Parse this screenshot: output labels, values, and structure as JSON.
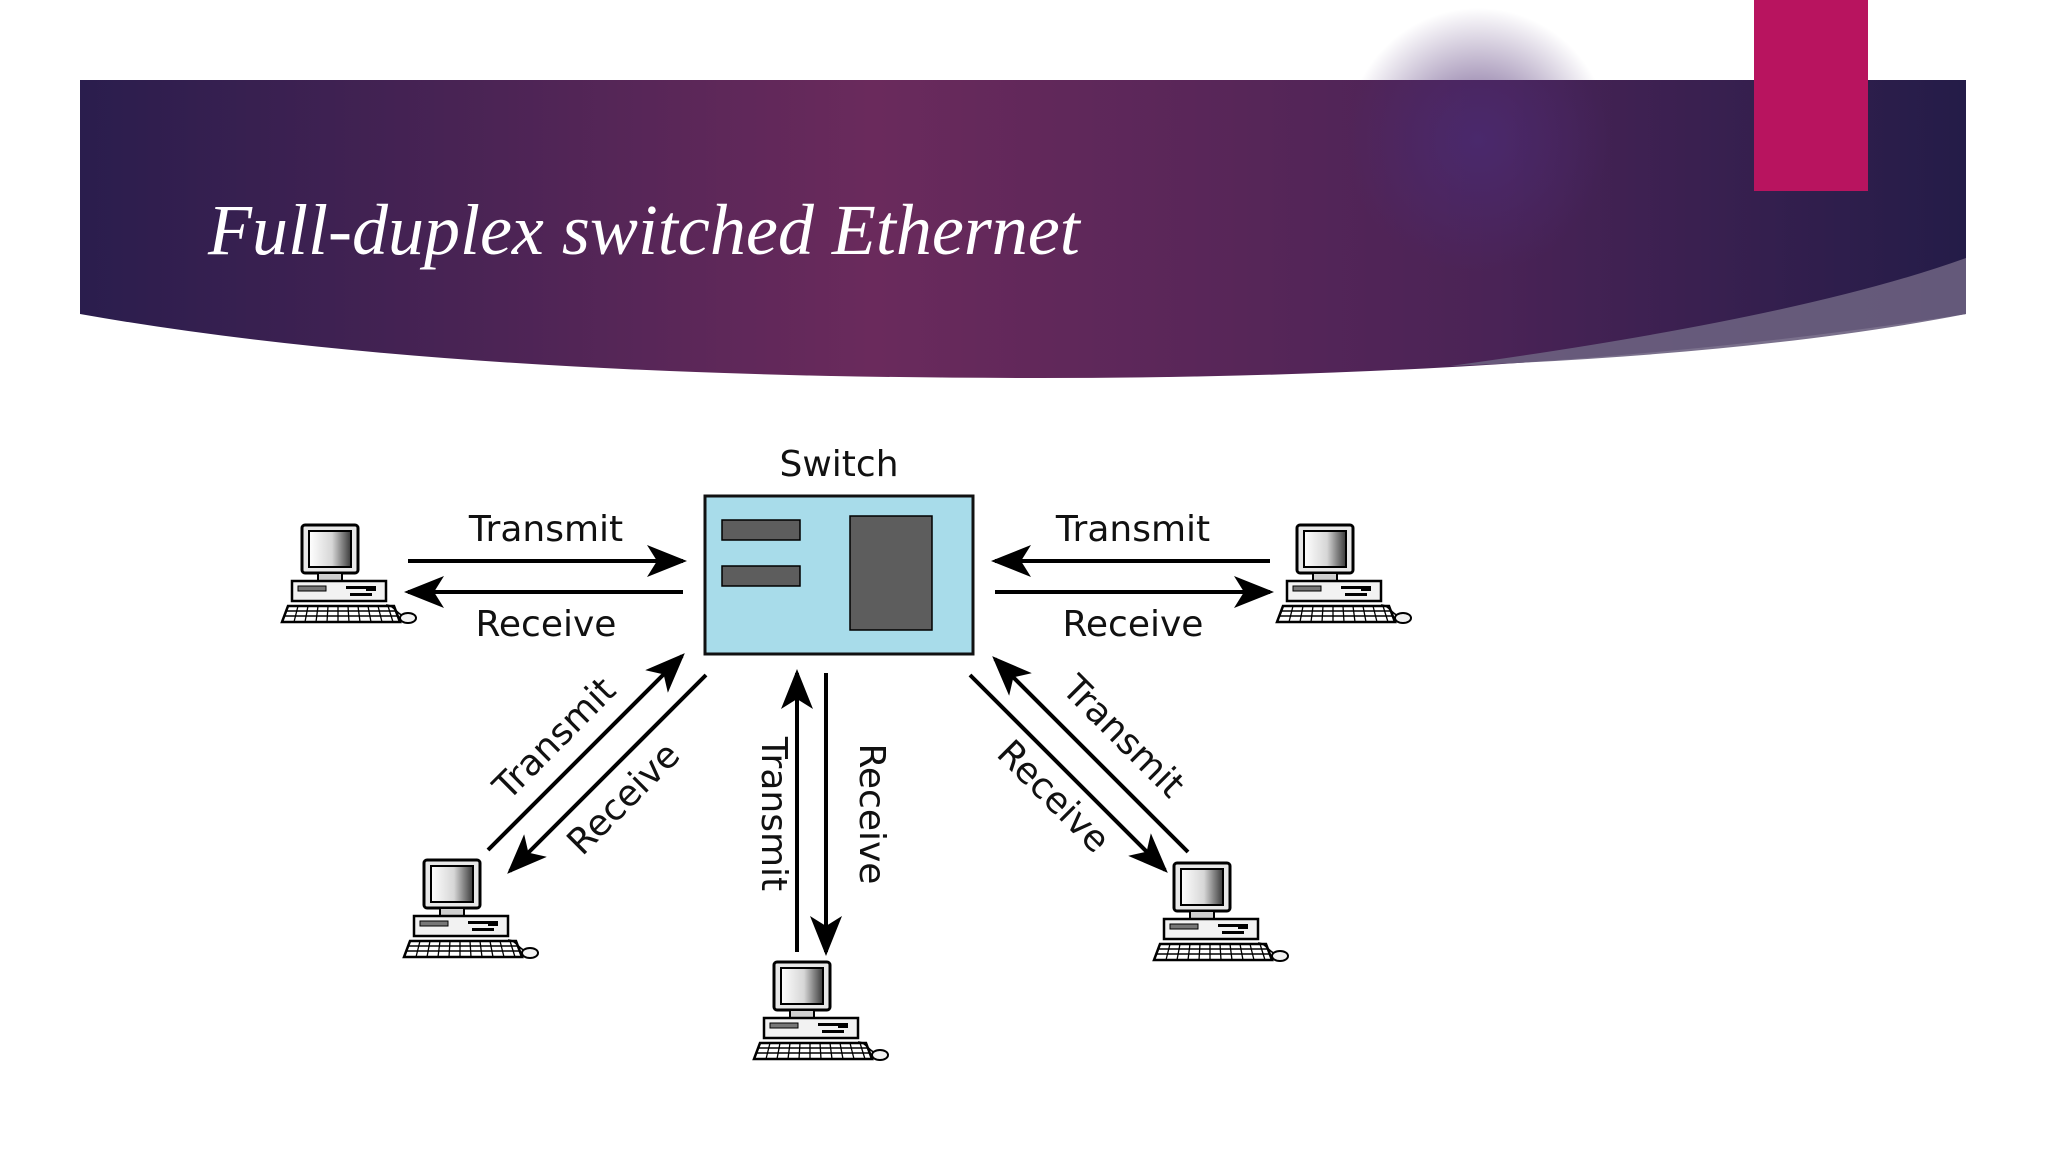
{
  "slide": {
    "title": "Full-duplex switched Ethernet",
    "colors": {
      "banner_dark": "#2a1d4d",
      "banner_mid": "#6a2a5c",
      "accent_tab": "#b8145f",
      "switch_fill": "#a8dcea",
      "switch_port": "#5d5d5d"
    }
  },
  "diagram": {
    "switch_label": "Switch",
    "transmit_label": "Transmit",
    "receive_label": "Receive",
    "node_icon": "desktop-computer-icon",
    "links": [
      {
        "id": "left",
        "transmit": "Transmit",
        "receive": "Receive"
      },
      {
        "id": "right",
        "transmit": "Transmit",
        "receive": "Receive"
      },
      {
        "id": "bottom-left",
        "transmit": "Transmit",
        "receive": "Receive"
      },
      {
        "id": "bottom",
        "transmit": "Transmit",
        "receive": "Receive"
      },
      {
        "id": "bottom-right",
        "transmit": "Transmit",
        "receive": "Receive"
      }
    ]
  }
}
